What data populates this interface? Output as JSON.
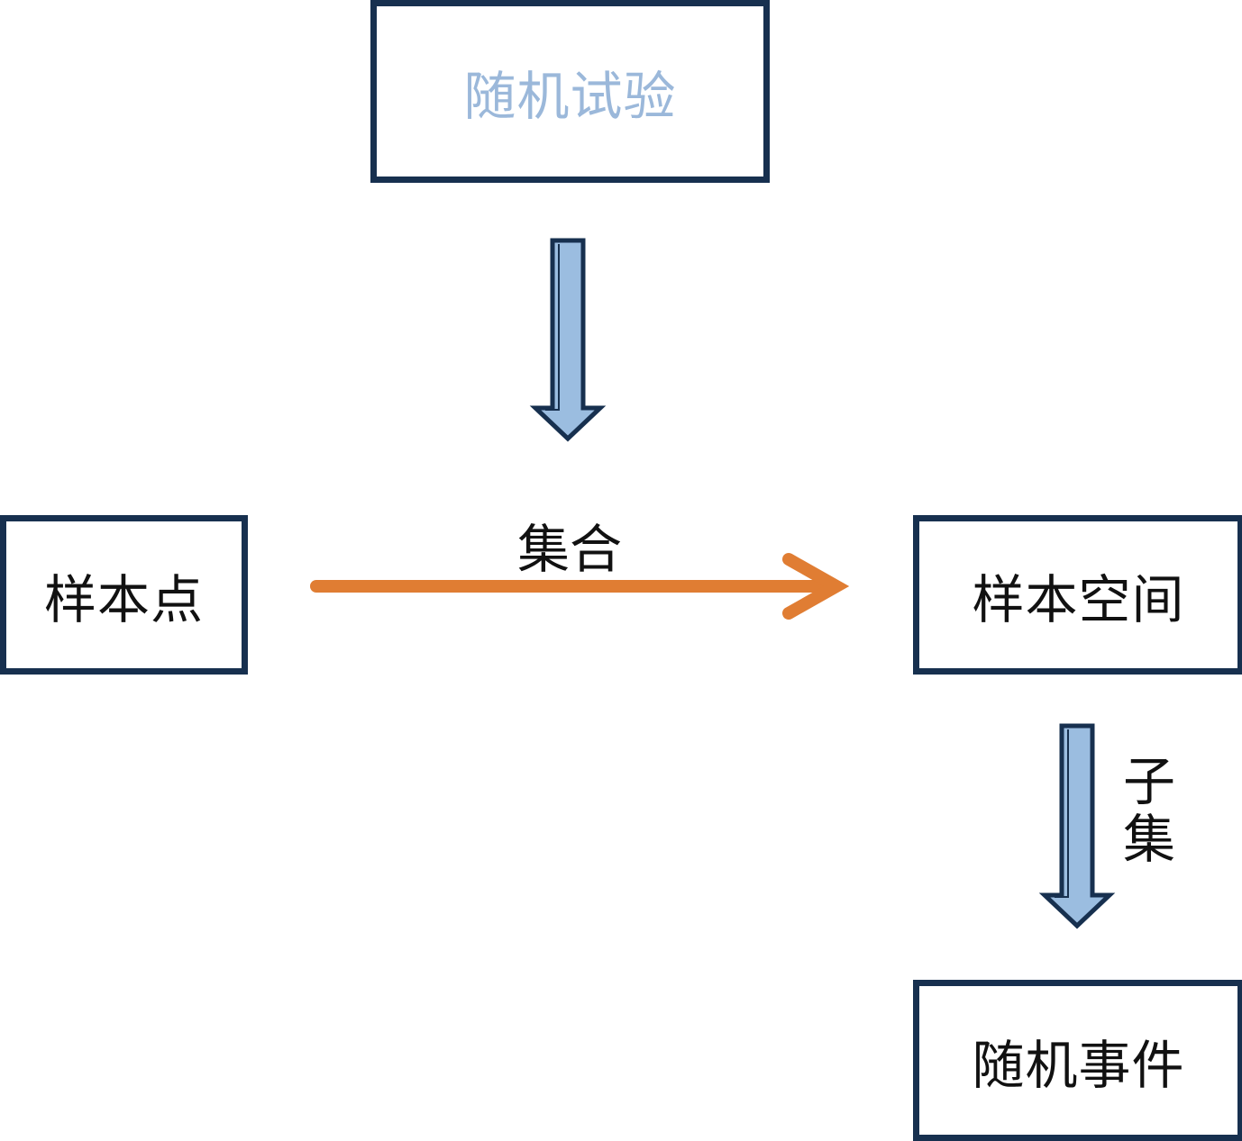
{
  "nodes": {
    "experiment": {
      "label": "随机试验",
      "color": "#9bb8da"
    },
    "sample_point": {
      "label": "样本点"
    },
    "sample_space": {
      "label": "样本空间"
    },
    "random_event": {
      "label": "随机事件"
    }
  },
  "edges": {
    "set": {
      "label": "集合",
      "color": "#e07d33"
    },
    "subset": {
      "label": "子集"
    }
  },
  "colors": {
    "border": "#17304f",
    "block_arrow_fill": "#9bbde0",
    "line_arrow": "#e07d33"
  }
}
